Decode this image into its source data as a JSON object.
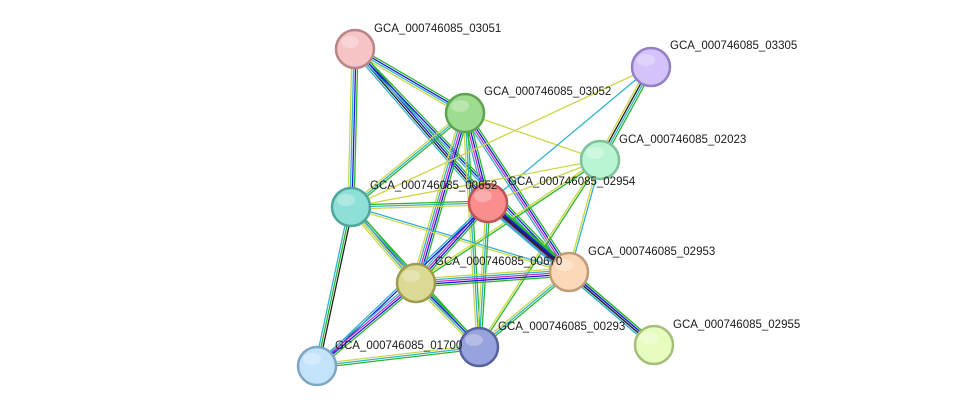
{
  "nodes": [
    {
      "id": "03051",
      "label": "GCA_000746085_03051",
      "fill": "#f7c4c6",
      "stroke": "#b98587"
    },
    {
      "id": "03305",
      "label": "GCA_000746085_03305",
      "fill": "#d4c2fa",
      "stroke": "#9580c6"
    },
    {
      "id": "03052",
      "label": "GCA_000746085_03052",
      "fill": "#9edc8f",
      "stroke": "#5ea351"
    },
    {
      "id": "02023",
      "label": "GCA_000746085_02023",
      "fill": "#baf5d3",
      "stroke": "#7cc29a"
    },
    {
      "id": "00652",
      "label": "GCA_000746085_00652",
      "fill": "#8ee0d6",
      "stroke": "#4da79b"
    },
    {
      "id": "02954",
      "label": "GCA_000746085_02954",
      "fill": "#fa8e8e",
      "stroke": "#c05454"
    },
    {
      "id": "02953",
      "label": "GCA_000746085_02953",
      "fill": "#fbd8b8",
      "stroke": "#c19c78"
    },
    {
      "id": "00670",
      "label": "GCA_000746085_00670",
      "fill": "#dbd993",
      "stroke": "#9f9c52"
    },
    {
      "id": "00293",
      "label": "GCA_000746085_00293",
      "fill": "#97a3dd",
      "stroke": "#56639f"
    },
    {
      "id": "02955",
      "label": "GCA_000746085_02955",
      "fill": "#e6fdbf",
      "stroke": "#a5bf7b"
    },
    {
      "id": "01700",
      "label": "GCA_000746085_01700",
      "fill": "#c2e3fa",
      "stroke": "#7fa6c3"
    }
  ],
  "edges": [
    {
      "source": "03051",
      "target": "03052",
      "evidence": [
        "green",
        "blue",
        "teal",
        "yellow"
      ]
    },
    {
      "source": "03051",
      "target": "02954",
      "evidence": [
        "green",
        "blue",
        "black",
        "teal"
      ]
    },
    {
      "source": "03051",
      "target": "02953",
      "evidence": [
        "green",
        "blue",
        "teal"
      ]
    },
    {
      "source": "03051",
      "target": "00652",
      "evidence": [
        "green",
        "blue",
        "teal",
        "yellow"
      ]
    },
    {
      "source": "03052",
      "target": "00652",
      "evidence": [
        "green",
        "teal",
        "yellow"
      ]
    },
    {
      "source": "03052",
      "target": "02954",
      "evidence": [
        "green",
        "blue",
        "magenta",
        "teal"
      ]
    },
    {
      "source": "03052",
      "target": "02953",
      "evidence": [
        "green",
        "blue",
        "magenta",
        "teal"
      ]
    },
    {
      "source": "03052",
      "target": "00670",
      "evidence": [
        "green",
        "blue",
        "magenta",
        "teal",
        "yellow"
      ]
    },
    {
      "source": "03052",
      "target": "00293",
      "evidence": [
        "green",
        "teal",
        "yellow"
      ]
    },
    {
      "source": "03052",
      "target": "02023",
      "evidence": [
        "yellow"
      ]
    },
    {
      "source": "03305",
      "target": "02023",
      "evidence": [
        "green",
        "teal",
        "black",
        "yellow"
      ]
    },
    {
      "source": "03305",
      "target": "00652",
      "evidence": [
        "yellow"
      ]
    },
    {
      "source": "03305",
      "target": "02954",
      "evidence": [
        "teal"
      ]
    },
    {
      "source": "02023",
      "target": "02954",
      "evidence": [
        "yellow"
      ]
    },
    {
      "source": "02023",
      "target": "00652",
      "evidence": [
        "yellow"
      ]
    },
    {
      "source": "02023",
      "target": "02953",
      "evidence": [
        "teal",
        "yellow"
      ]
    },
    {
      "source": "02023",
      "target": "00670",
      "evidence": [
        "green",
        "yellow"
      ]
    },
    {
      "source": "02023",
      "target": "00293",
      "evidence": [
        "green",
        "yellow"
      ]
    },
    {
      "source": "00652",
      "target": "02954",
      "evidence": [
        "green",
        "teal",
        "yellow"
      ]
    },
    {
      "source": "00652",
      "target": "02953",
      "evidence": [
        "teal",
        "yellow"
      ]
    },
    {
      "source": "00652",
      "target": "00670",
      "evidence": [
        "green",
        "blue",
        "teal",
        "yellow"
      ]
    },
    {
      "source": "00652",
      "target": "00293",
      "evidence": [
        "green",
        "teal",
        "yellow"
      ]
    },
    {
      "source": "00652",
      "target": "01700",
      "evidence": [
        "black",
        "green",
        "teal"
      ]
    },
    {
      "source": "02954",
      "target": "02953",
      "evidence": [
        "green",
        "blue",
        "black",
        "magenta",
        "teal"
      ]
    },
    {
      "source": "02954",
      "target": "00670",
      "evidence": [
        "green",
        "blue",
        "magenta",
        "teal"
      ]
    },
    {
      "source": "02954",
      "target": "00293",
      "evidence": [
        "green",
        "teal",
        "yellow"
      ]
    },
    {
      "source": "02954",
      "target": "02955",
      "evidence": [
        "green",
        "blue",
        "black",
        "teal"
      ]
    },
    {
      "source": "02954",
      "target": "01700",
      "evidence": [
        "blue",
        "teal"
      ]
    },
    {
      "source": "02953",
      "target": "00670",
      "evidence": [
        "green",
        "blue",
        "magenta",
        "teal",
        "yellow"
      ]
    },
    {
      "source": "02953",
      "target": "00293",
      "evidence": [
        "green",
        "teal",
        "yellow"
      ]
    },
    {
      "source": "02953",
      "target": "02955",
      "evidence": [
        "green",
        "blue",
        "black",
        "teal"
      ]
    },
    {
      "source": "00670",
      "target": "00293",
      "evidence": [
        "green",
        "blue",
        "teal",
        "yellow"
      ]
    },
    {
      "source": "00670",
      "target": "01700",
      "evidence": [
        "green",
        "blue",
        "magenta",
        "teal"
      ]
    },
    {
      "source": "00293",
      "target": "01700",
      "evidence": [
        "green",
        "teal",
        "yellow"
      ]
    }
  ],
  "evidence_colors": {
    "green": "#2bb52b",
    "blue": "#1a1adb",
    "black": "#222222",
    "magenta": "#c534c5",
    "teal": "#33b3cc",
    "yellow": "#cdd64a"
  }
}
